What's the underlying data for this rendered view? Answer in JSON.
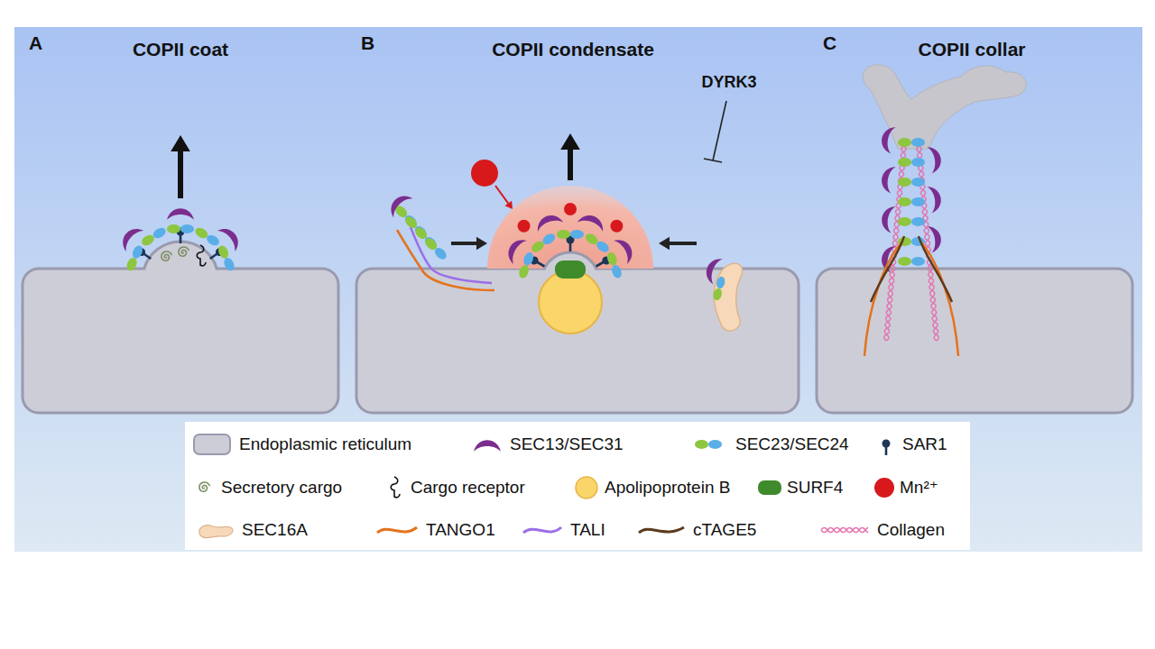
{
  "diagram": {
    "labels": [
      "A",
      "COPII coat",
      "B",
      "COPII condensate",
      "C",
      "COPII collar",
      "DYRK3"
    ],
    "legend": [
      {
        "text": "Endoplasmic reticulum",
        "color": "#cdcdd8"
      },
      {
        "text": "SEC13/SEC31",
        "color": "#7b2d8e"
      },
      {
        "text": "SEC23/SEC24"
      },
      {
        "text": "SAR1",
        "color": "#1d3557"
      },
      {
        "text": "Secretory cargo"
      },
      {
        "text": "Cargo receptor"
      },
      {
        "text": "Apolipoprotein B",
        "color": "#f9d56a"
      },
      {
        "text": "SURF4",
        "color": "#3f8a2a"
      },
      {
        "text": "Mn²⁺",
        "color": "#d7191c"
      },
      {
        "text": "SEC16A",
        "color": "#f7d9b9"
      },
      {
        "text": "TANGO1",
        "color": "#e4731c"
      },
      {
        "text": "TALI",
        "color": "#9b6ee8"
      },
      {
        "text": "cTAGE5",
        "color": "#5c3b1e"
      },
      {
        "text": "Collagen"
      }
    ]
  }
}
